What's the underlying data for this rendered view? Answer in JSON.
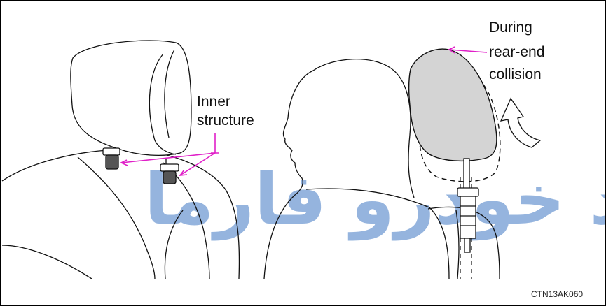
{
  "labels": {
    "inner": "Inner",
    "structure": "structure",
    "during": "During",
    "rear_end": "rear-end",
    "collision": "collision"
  },
  "image_code": "CTN13AK060",
  "watermark": "امداد خودرو فارما",
  "colors": {
    "callout_line": "#e020c8",
    "headrest_fill_shaded": "#d4d4d4",
    "watermark": "#3f78c4",
    "outline": "#111111"
  },
  "icons": {
    "motion_arrow": "curved-up-arrow-icon"
  }
}
